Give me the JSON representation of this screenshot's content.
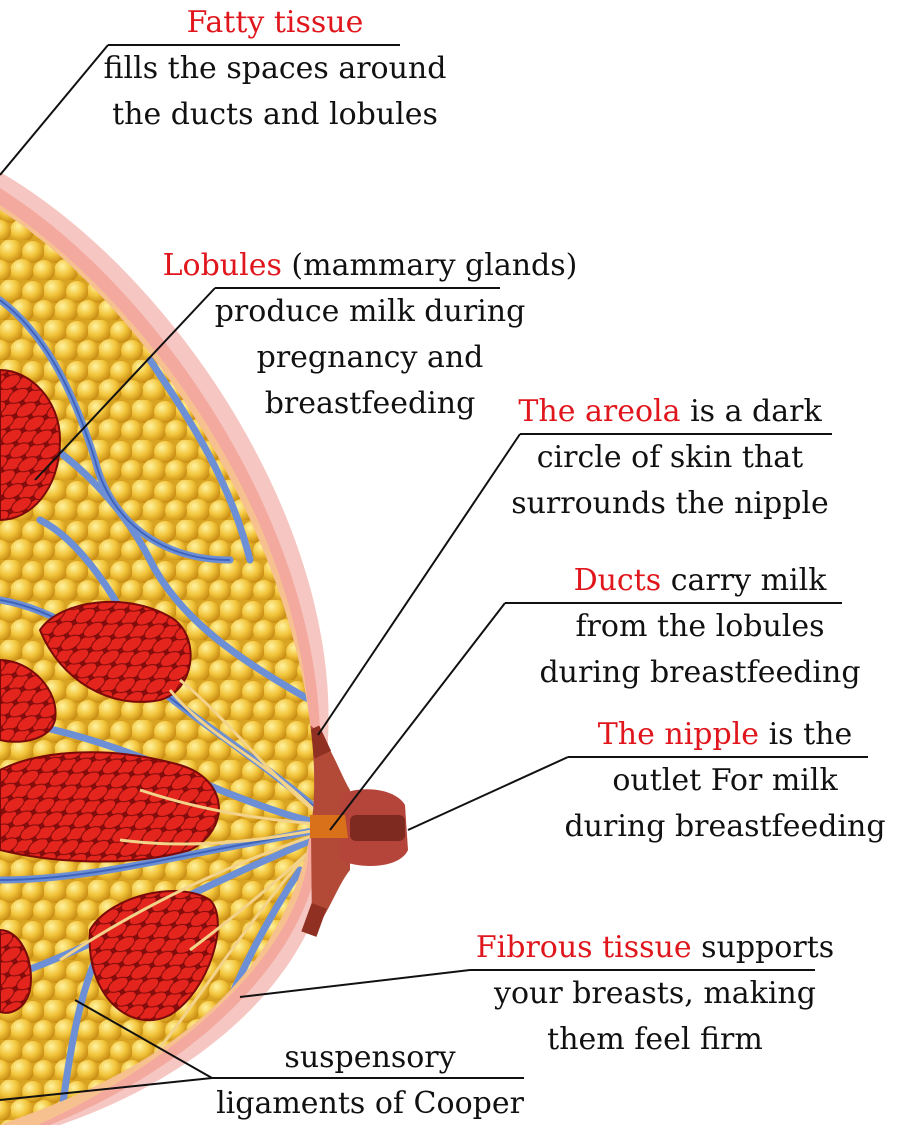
{
  "accent_color": "#e0161c",
  "labels": {
    "fatty": {
      "title": "Fatty tissue",
      "lines": [
        "fills the spaces around",
        "the ducts and lobules"
      ]
    },
    "lobules": {
      "title": "Lobules",
      "title_rest": " (mammary glands)",
      "lines": [
        "produce milk during",
        "pregnancy and",
        "breastfeeding"
      ]
    },
    "areola": {
      "title": "The areola",
      "title_rest": " is a dark",
      "lines": [
        "circle of skin that",
        "surrounds the nipple"
      ]
    },
    "ducts": {
      "title": "Ducts",
      "title_rest": " carry milk",
      "lines": [
        "from the lobules",
        "during breastfeeding"
      ]
    },
    "nipple": {
      "title": "The nipple",
      "title_rest": " is the",
      "lines": [
        "outlet For milk",
        "during breastfeeding"
      ]
    },
    "fibrous": {
      "title": "Fibrous tissue",
      "title_rest": " supports",
      "lines": [
        "your breasts, making",
        "them feel firm"
      ]
    },
    "cooper": {
      "lines": [
        "suspensory",
        "ligaments of Cooper"
      ]
    }
  }
}
